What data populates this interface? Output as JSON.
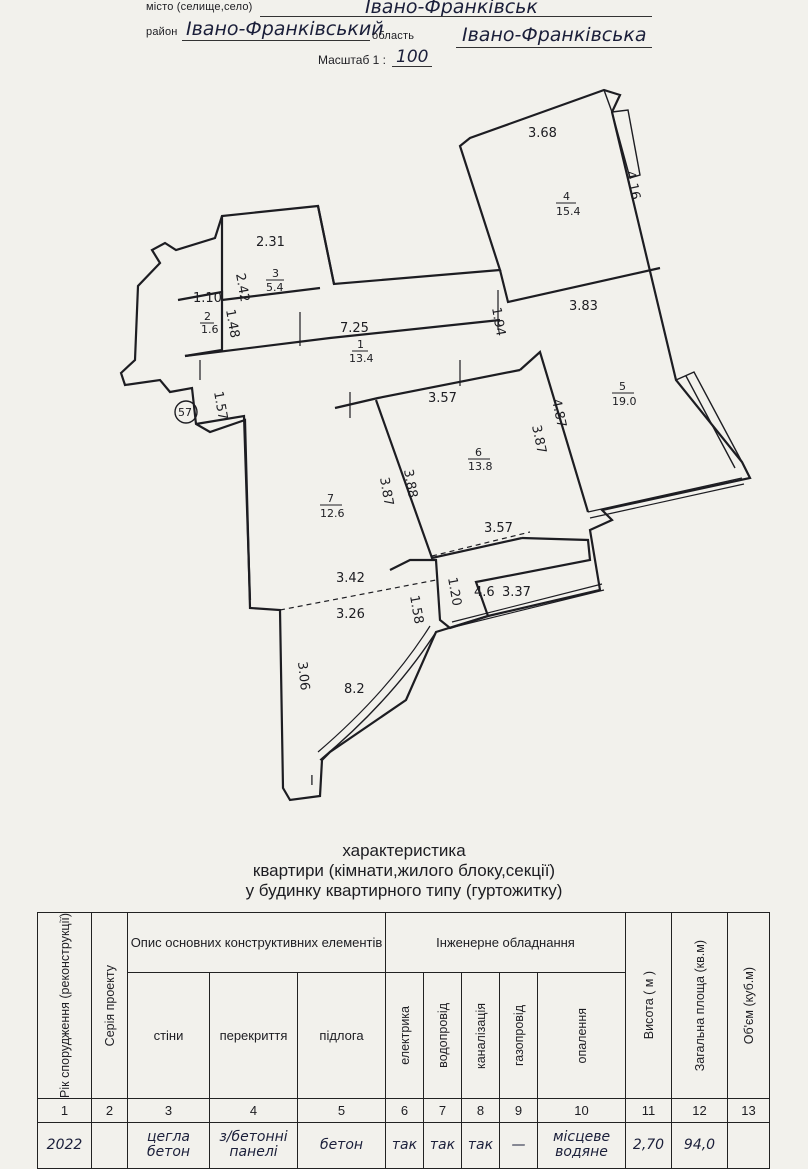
{
  "header": {
    "city_label": "місто (селище,село)",
    "city_value": "Івано-Франківськ",
    "district_label": "район",
    "district_value": "Івано-Франківський",
    "region_label": "область",
    "region_value": "Івано-Франківська",
    "scale_label": "Масштаб 1 :",
    "scale_value": "100"
  },
  "plan": {
    "room_numbers": [
      "1",
      "2",
      "3",
      "4",
      "5",
      "6",
      "7"
    ],
    "room_areas": [
      "13.4",
      "1.6",
      "5.4",
      "15.4",
      "19.0",
      "13.8",
      "12.6"
    ],
    "balcony_areas": [
      "4.6",
      "8.2"
    ],
    "dimensions": [
      "3.68",
      "4.16",
      "2.31",
      "2.42",
      "1.10",
      "1.48",
      "7.25",
      "1.94",
      "3.83",
      "1.57",
      "3.57",
      "4.87",
      "3.87",
      "3.88",
      "3.87",
      "3.57",
      "3.42",
      "1.20",
      "3.37",
      "3.26",
      "1.58",
      "3.06"
    ],
    "marker": "57",
    "corner_mark": "I"
  },
  "characteristics": {
    "title_lines": [
      "характеристика",
      "квартири (кімнати,жилого блоку,секції)",
      "у будинку квартирного типу (гуртожитку)"
    ],
    "headers": {
      "year": "Рік спорудження (реконструкції)",
      "series": "Серія проекту",
      "structure_group": "Опис основних конструктивних елементів",
      "engineering_group": "Інженерне обладнання",
      "walls": "стіни",
      "floors_slabs": "перекриття",
      "floor": "підлога",
      "electric": "електрика",
      "water": "водопровід",
      "sewer": "каналізація",
      "gas": "газопровід",
      "heating": "опалення",
      "height": "Висота ( м )",
      "total_area": "Загальна площа (кв.м)",
      "volume": "Об'єм (куб.м)"
    },
    "column_numbers": [
      "1",
      "2",
      "3",
      "4",
      "5",
      "6",
      "7",
      "8",
      "9",
      "10",
      "11",
      "12",
      "13"
    ],
    "row": {
      "year": "2022",
      "series": "",
      "walls": "цегла бетон",
      "slabs": "з/бетонні панелі",
      "floor": "бетон",
      "electric": "так",
      "water": "так",
      "sewer": "так",
      "gas": "—",
      "heating": "місцеве водяне",
      "height": "2,70",
      "total_area": "94,0",
      "volume": ""
    }
  }
}
